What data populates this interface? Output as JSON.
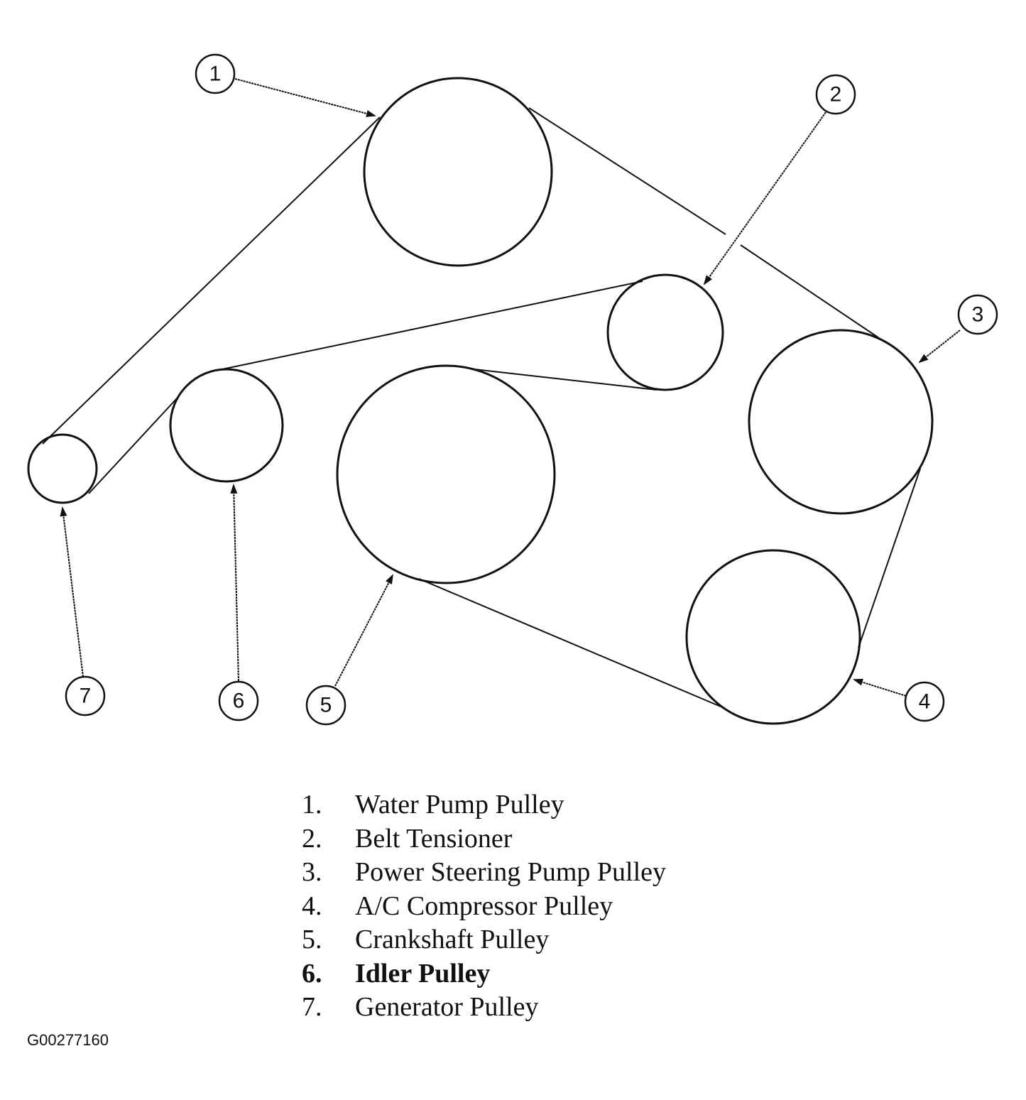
{
  "callouts": [
    "1",
    "2",
    "3",
    "4",
    "5",
    "6",
    "7"
  ],
  "legend": [
    {
      "number": "1.",
      "label": "Water Pump Pulley"
    },
    {
      "number": "2.",
      "label": "Belt Tensioner"
    },
    {
      "number": "3.",
      "label": "Power Steering Pump Pulley"
    },
    {
      "number": "4.",
      "label": "A/C Compressor Pulley"
    },
    {
      "number": "5.",
      "label": "Crankshaft Pulley"
    },
    {
      "number": "6.",
      "label": "Idler Pulley"
    },
    {
      "number": "7.",
      "label": "Generator Pulley"
    }
  ],
  "figure_id": "G00277160"
}
